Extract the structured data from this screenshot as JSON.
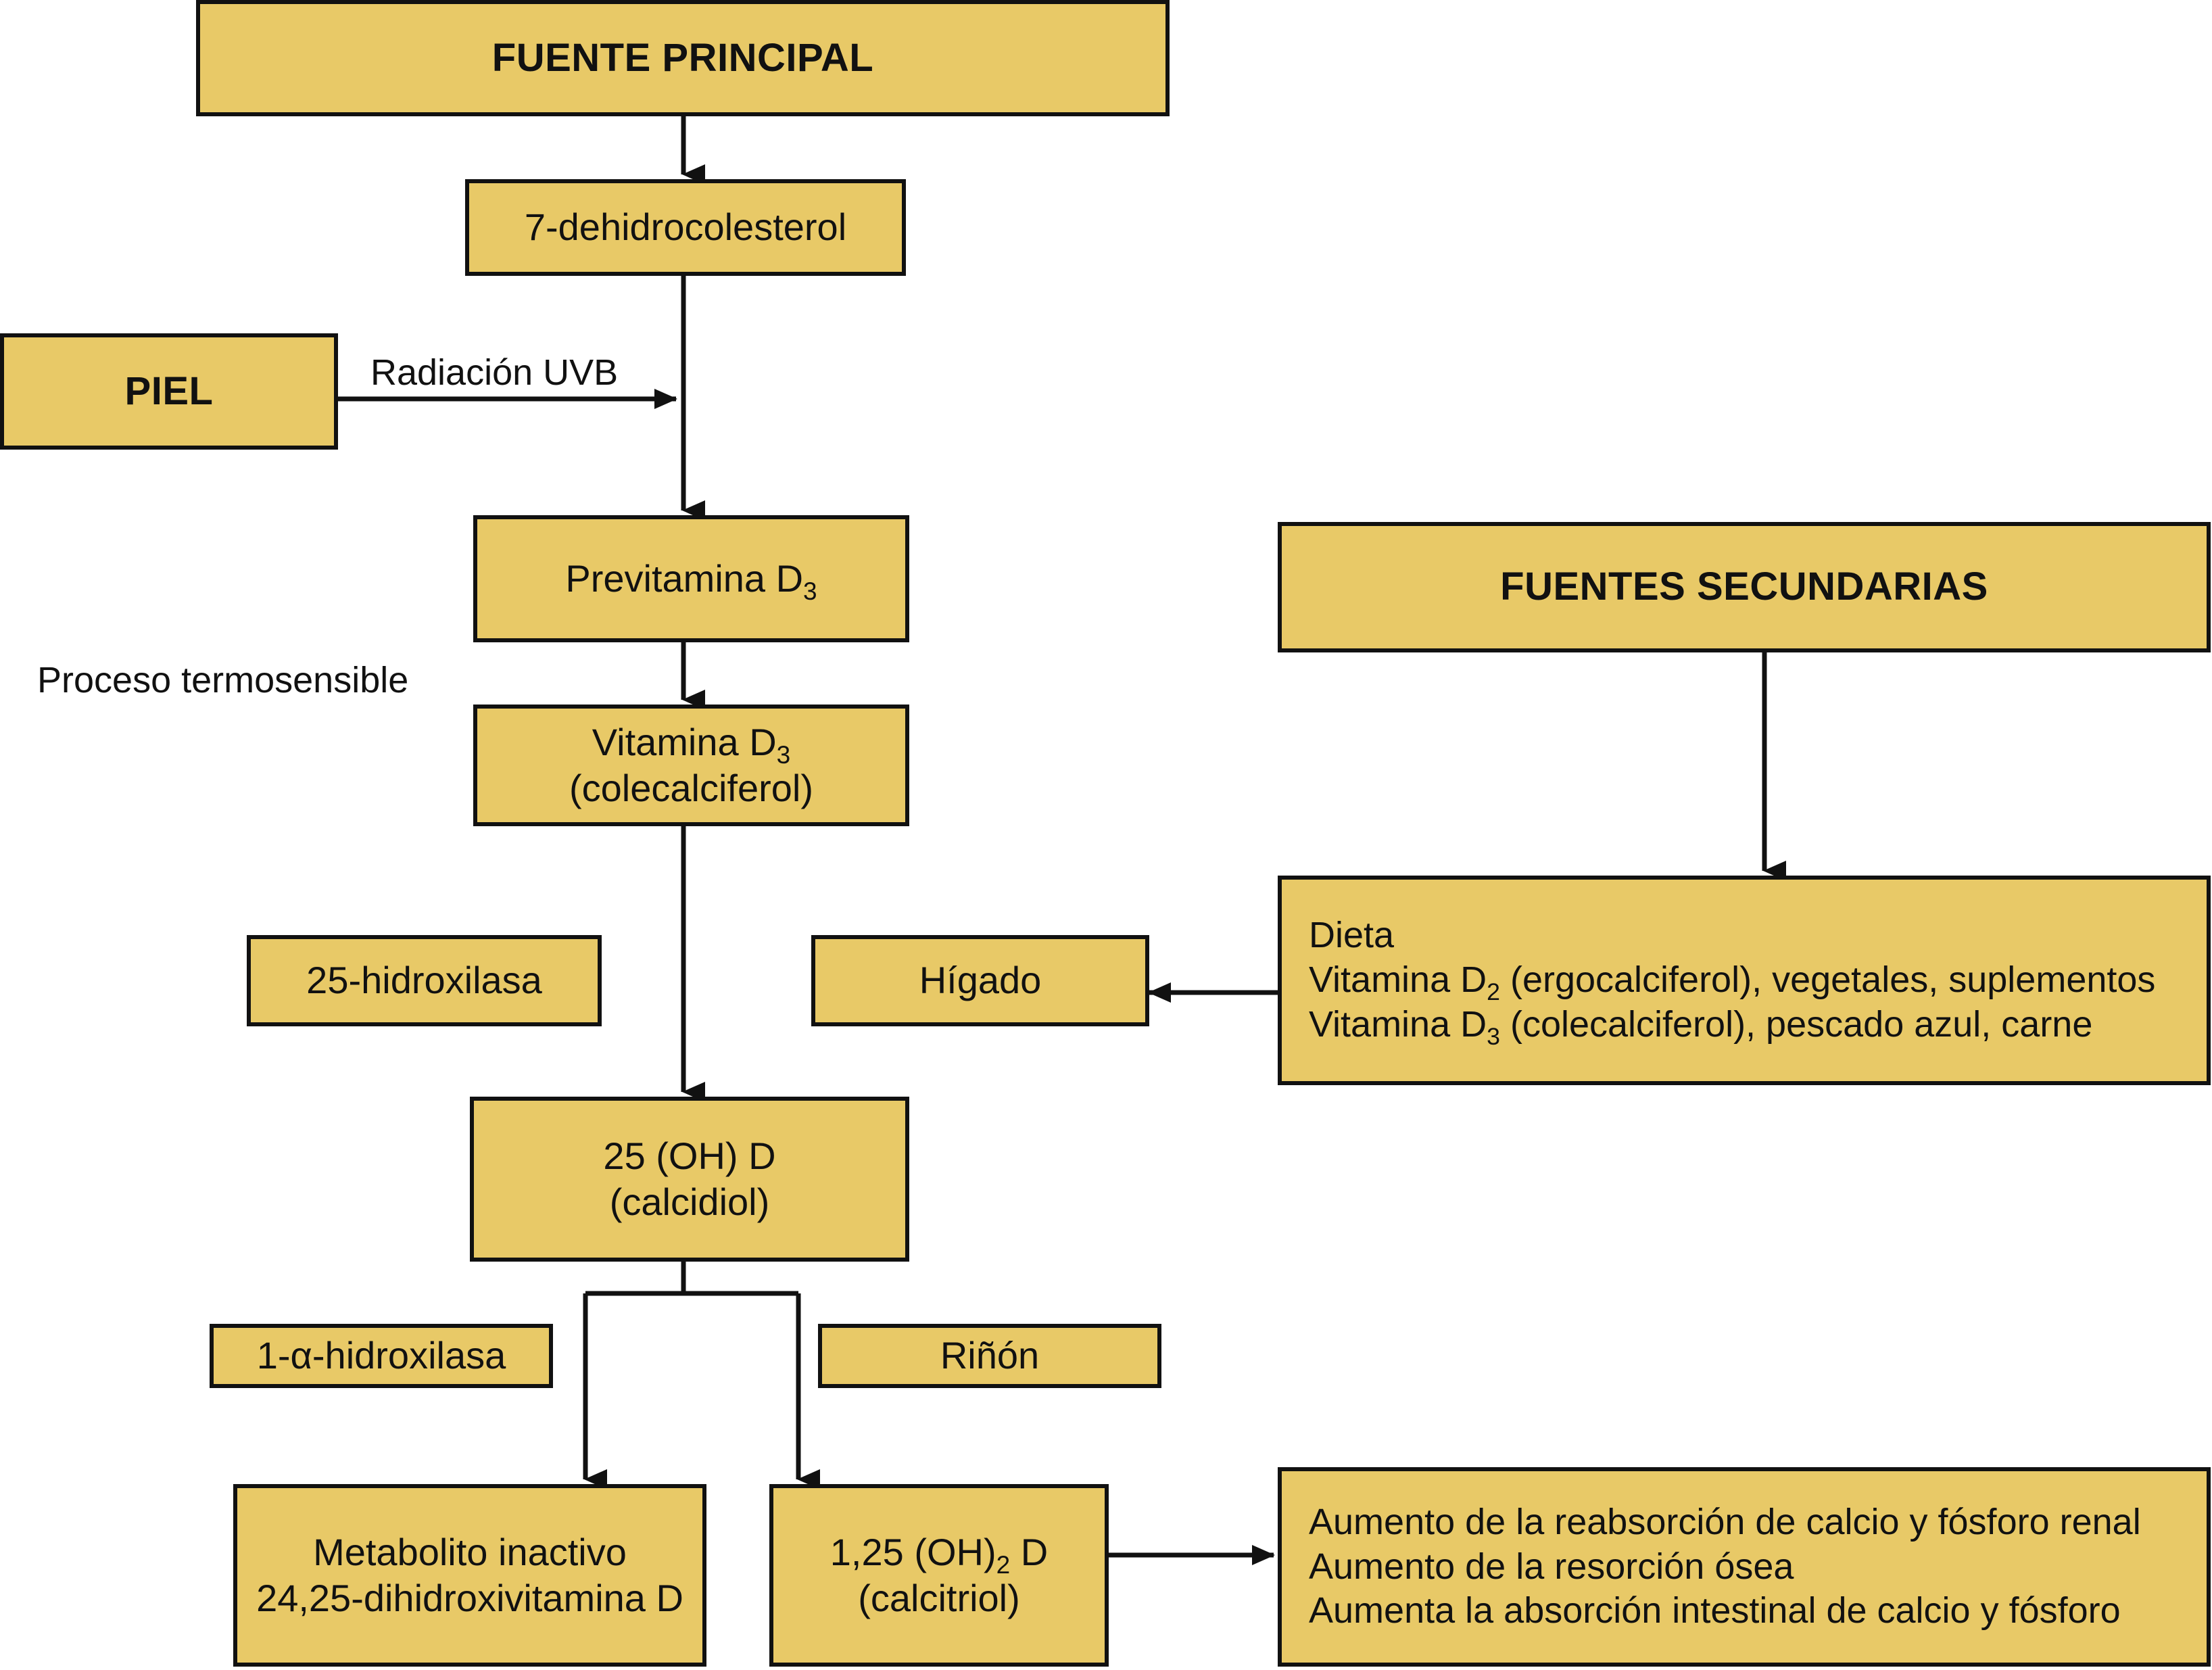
{
  "figure": {
    "kind": "flowchart",
    "subject": "Metabolismo de la vitamina D",
    "colors": {
      "node_fill": "#e8c967",
      "node_border": "#111111",
      "connector": "#111111",
      "background": "#ffffff"
    }
  },
  "nodes": {
    "fuente_principal": {
      "label": "FUENTE PRINCIPAL"
    },
    "dehidrocolesterol": {
      "label": "7-dehidrocolesterol"
    },
    "piel": {
      "label": "PIEL"
    },
    "previtamina": {
      "label": "Previtamina D",
      "subscript": "3"
    },
    "vitamina_d3": {
      "line1_text": "Vitamina D",
      "line1_subscript": "3",
      "line2": "(colecalciferol)"
    },
    "hidroxilasa_25": {
      "label": "25-hidroxilasa"
    },
    "higado": {
      "label": "Hígado"
    },
    "calcidiol": {
      "line1": "25 (OH) D",
      "line2": "(calcidiol)"
    },
    "hidroxilasa_1a": {
      "label": "1-α-hidroxilasa"
    },
    "rinon": {
      "label": "Riñón"
    },
    "metabolito_inactivo": {
      "line1": "Metabolito inactivo",
      "line2": "24,25-dihidroxivitamina D"
    },
    "calcitriol": {
      "line1_pre": "1,25 (OH)",
      "line1_subscript": "2",
      "line1_post": " D",
      "line2": "(calcitriol)"
    },
    "fuentes_secundarias": {
      "label": "FUENTES SECUNDARIAS"
    },
    "dieta": {
      "line1": "Dieta",
      "line2_pre": "Vitamina D",
      "line2_subscript": "2",
      "line2_post": " (ergocalciferol), vegetales, suplementos",
      "line3_pre": "Vitamina D",
      "line3_subscript": "3",
      "line3_post": " (colecalciferol), pescado azul, carne"
    },
    "efectos": {
      "line1": "Aumento de la reabsorción de calcio y fósforo renal",
      "line2": "Aumento de la resorción ósea",
      "line3": "Aumenta la absorción intestinal de calcio y fósforo"
    }
  },
  "labels": {
    "radiacion_uvb": "Radiación UVB",
    "proceso_termosensible": "Proceso termosensible"
  },
  "edges": [
    {
      "from": "fuente_principal",
      "to": "dehidrocolesterol",
      "direction": "down"
    },
    {
      "from": "piel",
      "to": "dehidrocolesterol-stem",
      "direction": "right",
      "label": "Radiación UVB"
    },
    {
      "from": "dehidrocolesterol",
      "to": "previtamina",
      "direction": "down"
    },
    {
      "from": "previtamina",
      "to": "vitamina_d3",
      "direction": "down"
    },
    {
      "from": "vitamina_d3",
      "to": "calcidiol",
      "direction": "down"
    },
    {
      "from": "calcidiol",
      "to": "metabolito_inactivo",
      "direction": "down-left-branch"
    },
    {
      "from": "calcidiol",
      "to": "calcitriol",
      "direction": "down-right-branch"
    },
    {
      "from": "fuentes_secundarias",
      "to": "dieta",
      "direction": "down"
    },
    {
      "from": "dieta",
      "to": "higado",
      "direction": "left"
    },
    {
      "from": "calcitriol",
      "to": "efectos",
      "direction": "right"
    }
  ]
}
